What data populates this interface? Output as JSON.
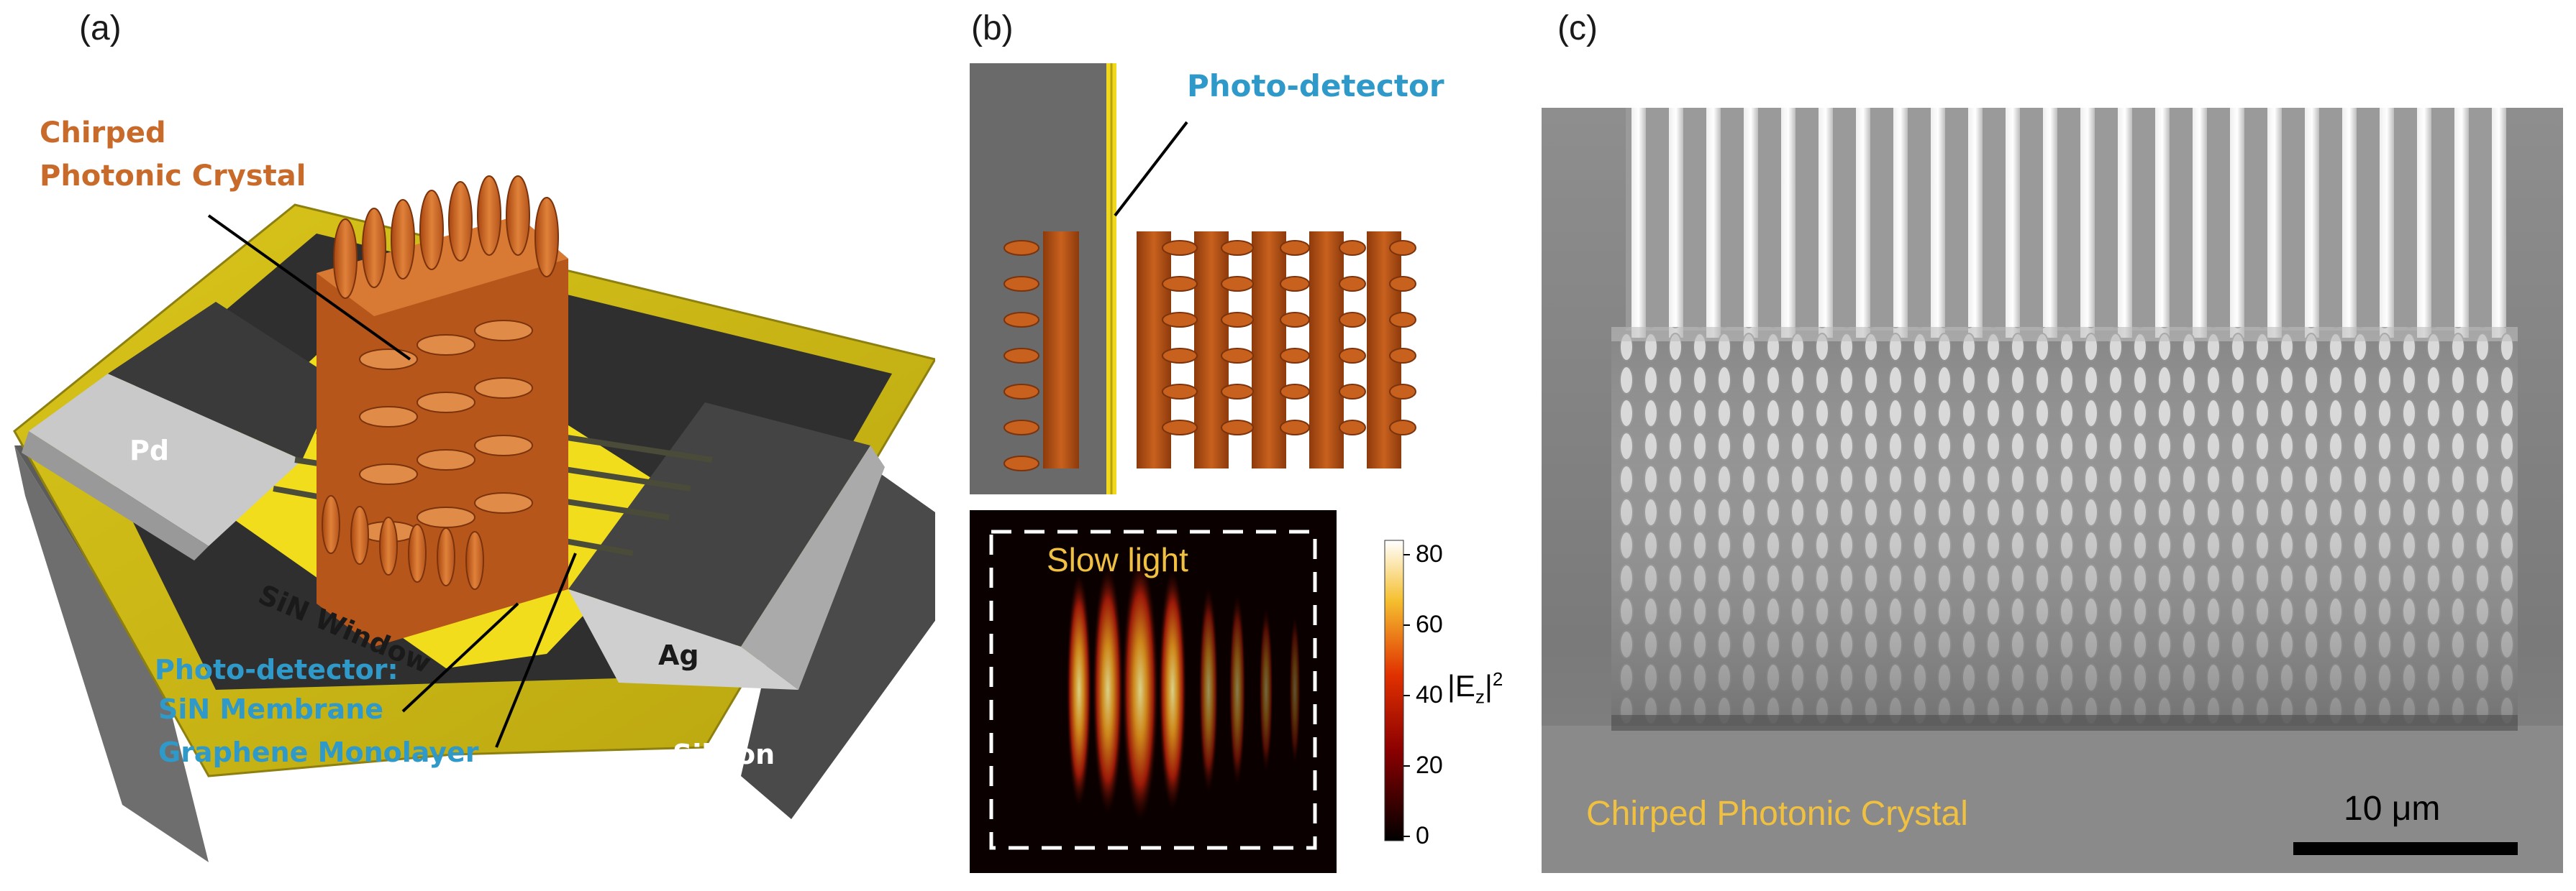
{
  "panels": {
    "a": {
      "tag": "(a)",
      "label_crystal_line1": "Chirped",
      "label_crystal_line2": "Photonic Crystal",
      "label_pd": "Pd",
      "label_ag": "Ag",
      "label_window": "SiN Window",
      "label_detector_title": "Photo-detector:",
      "label_detector_line1": "SiN Membrane",
      "label_detector_line2": "Graphene Monolayer",
      "label_silicon": "Silicon"
    },
    "b": {
      "tag": "(b)",
      "label_detector": "Photo-detector",
      "field_title": "Slow light",
      "colorbar_label": "|E",
      "colorbar_sub": "z",
      "colorbar_sup": "2",
      "colorbar_ticks": [
        "80",
        "60",
        "40",
        "20",
        "0"
      ]
    },
    "c": {
      "tag": "(c)",
      "caption": "Chirped Photonic Crystal",
      "scalebar": "10 μm"
    }
  },
  "colors": {
    "orange_label": "#c86a2a",
    "blue_label": "#2f9ac9",
    "crystal": "#c8611e",
    "gold": "#e8d21a",
    "caption_yellow": "#f0c040"
  },
  "icons": [
    "photonic-crystal-3d",
    "sin-chip",
    "field-map",
    "sem-image"
  ]
}
